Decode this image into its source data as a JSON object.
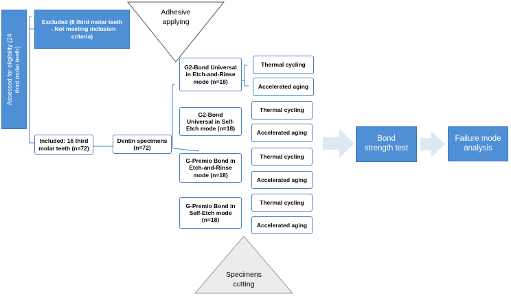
{
  "eligibility": {
    "label_line1": "Assessed for eligibility (24",
    "label_line2": "third molar teeth)"
  },
  "excluded": {
    "line1": "Excluded (8 third molar teeth",
    "line2": "→Not meeting inclusion",
    "line3": "criteria)"
  },
  "included": {
    "line1": "Included: 16 third",
    "line2": "molar teeth (n=72)"
  },
  "dentin": {
    "line1": "Dentin specimens",
    "line2": "(n=72)"
  },
  "adhesive": {
    "line1": "Adhesive",
    "line2": "applying"
  },
  "cutting": {
    "line1": "Specimens",
    "line2": "cutting"
  },
  "groups": [
    {
      "line1": "G2-Bond Universal",
      "line2": "in Etch-and-Rinse",
      "line3": "mode (n=18)"
    },
    {
      "line1": "G2-Bond",
      "line2": "Universal in Self-",
      "line3": "Etch mode (n=18)"
    },
    {
      "line1": "G-Premio Bond in",
      "line2": "Etch-and-Rinse",
      "line3": "mode (n=18)"
    },
    {
      "line1": "G-Premio Bond in",
      "line2": "Self-Etch mode",
      "line3": "(n=18)"
    }
  ],
  "aging": {
    "thermal": "Thermal cycling",
    "accelerated": "Accelerated aging"
  },
  "bond": {
    "line1": "Bond",
    "line2": "strength test"
  },
  "failure": {
    "line1": "Failure mode",
    "line2": "analysis"
  },
  "colors": {
    "box_blue": "#4f8fd6",
    "arrow": "#dde8f5",
    "triangle": "#ececec"
  }
}
